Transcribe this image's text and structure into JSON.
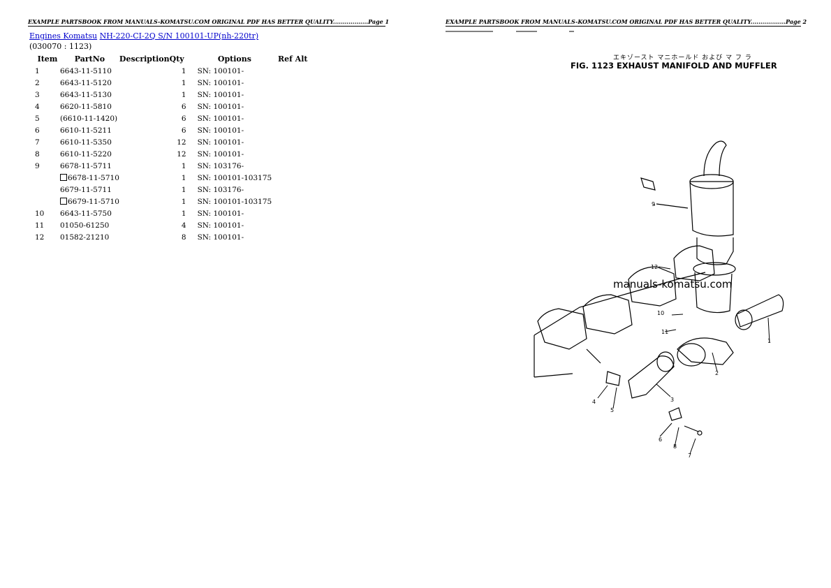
{
  "header": {
    "left": "EXAMPLE PARTSBOOK FROM MANUALS-KOMATSU.COM ORIGINAL PDF HAS BETTER QUALITY..................Page 1",
    "right": "EXAMPLE PARTSBOOK FROM MANUALS-KOMATSU.COM ORIGINAL PDF HAS BETTER QUALITY..................Page 2"
  },
  "breadcrumb": {
    "link1": "Engines Komatsu",
    "link2": "NH-220-CI-2Q S/N 100101-UP(nh-220tr)"
  },
  "ref_code": "(030070 : 1123)",
  "table": {
    "headers": [
      "Item",
      "PartNo",
      "Description",
      "Qty",
      "Options",
      "Ref Alt"
    ],
    "rows": [
      {
        "item": "1",
        "part": "6643-11-5110",
        "alt": false,
        "desc": "",
        "qty": "1",
        "opt": "SN: 100101-"
      },
      {
        "item": "2",
        "part": "6643-11-5120",
        "alt": false,
        "desc": "",
        "qty": "1",
        "opt": "SN: 100101-"
      },
      {
        "item": "3",
        "part": "6643-11-5130",
        "alt": false,
        "desc": "",
        "qty": "1",
        "opt": "SN: 100101-"
      },
      {
        "item": "4",
        "part": "6620-11-5810",
        "alt": false,
        "desc": "",
        "qty": "6",
        "opt": "SN: 100101-"
      },
      {
        "item": "5",
        "part": "(6610-11-1420)",
        "alt": false,
        "desc": "",
        "qty": "6",
        "opt": "SN: 100101-"
      },
      {
        "item": "6",
        "part": "6610-11-5211",
        "alt": false,
        "desc": "",
        "qty": "6",
        "opt": "SN: 100101-"
      },
      {
        "item": "7",
        "part": "6610-11-5350",
        "alt": false,
        "desc": "",
        "qty": "12",
        "opt": "SN: 100101-"
      },
      {
        "item": "8",
        "part": "6610-11-5220",
        "alt": false,
        "desc": "",
        "qty": "12",
        "opt": "SN: 100101-"
      },
      {
        "item": "9",
        "part": "6678-11-5711",
        "alt": false,
        "desc": "",
        "qty": "1",
        "opt": "SN: 103176-"
      },
      {
        "item": "",
        "part": "6678-11-5710",
        "alt": true,
        "desc": "",
        "qty": "1",
        "opt": "SN: 100101-103175"
      },
      {
        "item": "",
        "part": "6679-11-5711",
        "alt": false,
        "desc": "",
        "qty": "1",
        "opt": "SN: 103176-"
      },
      {
        "item": "",
        "part": "6679-11-5710",
        "alt": true,
        "desc": "",
        "qty": "1",
        "opt": "SN: 100101-103175"
      },
      {
        "item": "10",
        "part": "6643-11-5750",
        "alt": false,
        "desc": "",
        "qty": "1",
        "opt": "SN: 100101-"
      },
      {
        "item": "11",
        "part": "01050-61250",
        "alt": false,
        "desc": "",
        "qty": "4",
        "opt": "SN: 100101-"
      },
      {
        "item": "12",
        "part": "01582-21210",
        "alt": false,
        "desc": "",
        "qty": "8",
        "opt": "SN: 100101-"
      }
    ]
  },
  "figure": {
    "jp_title": "エキゾースト マニホールド および マ フ ラ",
    "title": "FIG. 1123  EXHAUST MANIFOLD AND MUFFLER",
    "watermark": "manuals-komatsu.com",
    "callouts": [
      "1",
      "2",
      "3",
      "4",
      "5",
      "6",
      "7",
      "8",
      "9",
      "10",
      "11",
      "12"
    ]
  }
}
